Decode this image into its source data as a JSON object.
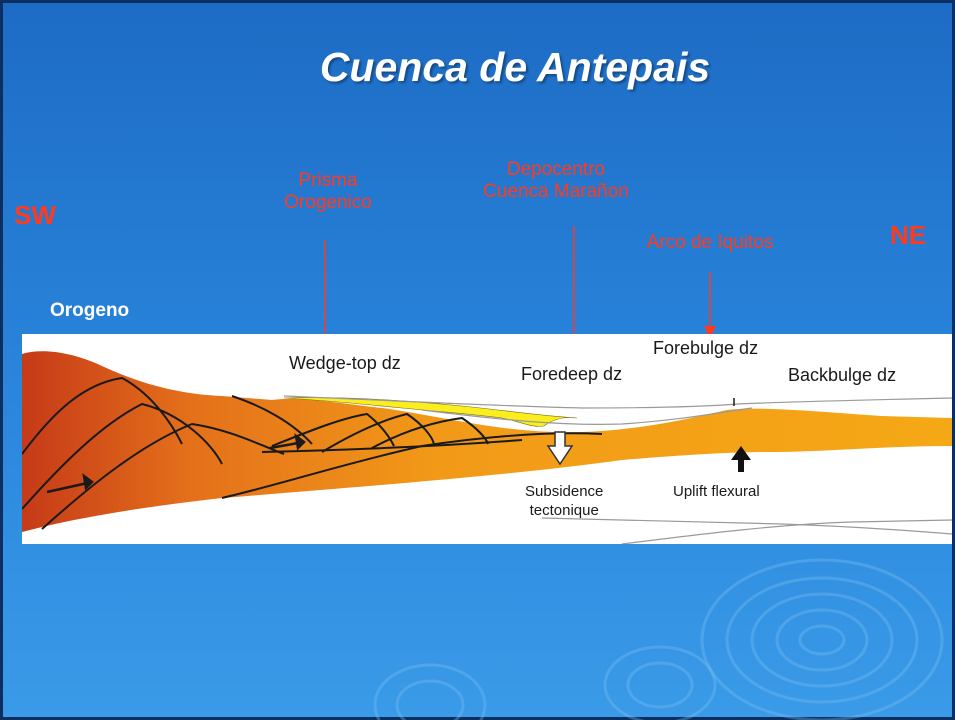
{
  "title": "Cuenca de Antepais",
  "directions": {
    "left": "SW",
    "right": "NE"
  },
  "callouts": {
    "prisma_line1": "Prisma",
    "prisma_line2": "Orogenico",
    "depocentro_line1": "Depocentro",
    "depocentro_line2": "Cuenca Marañon",
    "arco": "Arco de Iquitos"
  },
  "orogeno_label": "Orogeno",
  "section_labels": {
    "wedge_top": "Wedge-top dz",
    "foredeep": "Foredeep dz",
    "forebulge": "Forebulge dz",
    "backbulge": "Backbulge dz",
    "subsidence_line1": "Subsidence",
    "subsidence_line2": "tectonique",
    "uplift": "Uplift flexural"
  },
  "colors": {
    "background": "#2a86dc",
    "callout_red": "#ff3b1f",
    "orange_fill": "#f2a516",
    "yellow_fill": "#fbee1e",
    "dark_red": "#c0391c"
  }
}
